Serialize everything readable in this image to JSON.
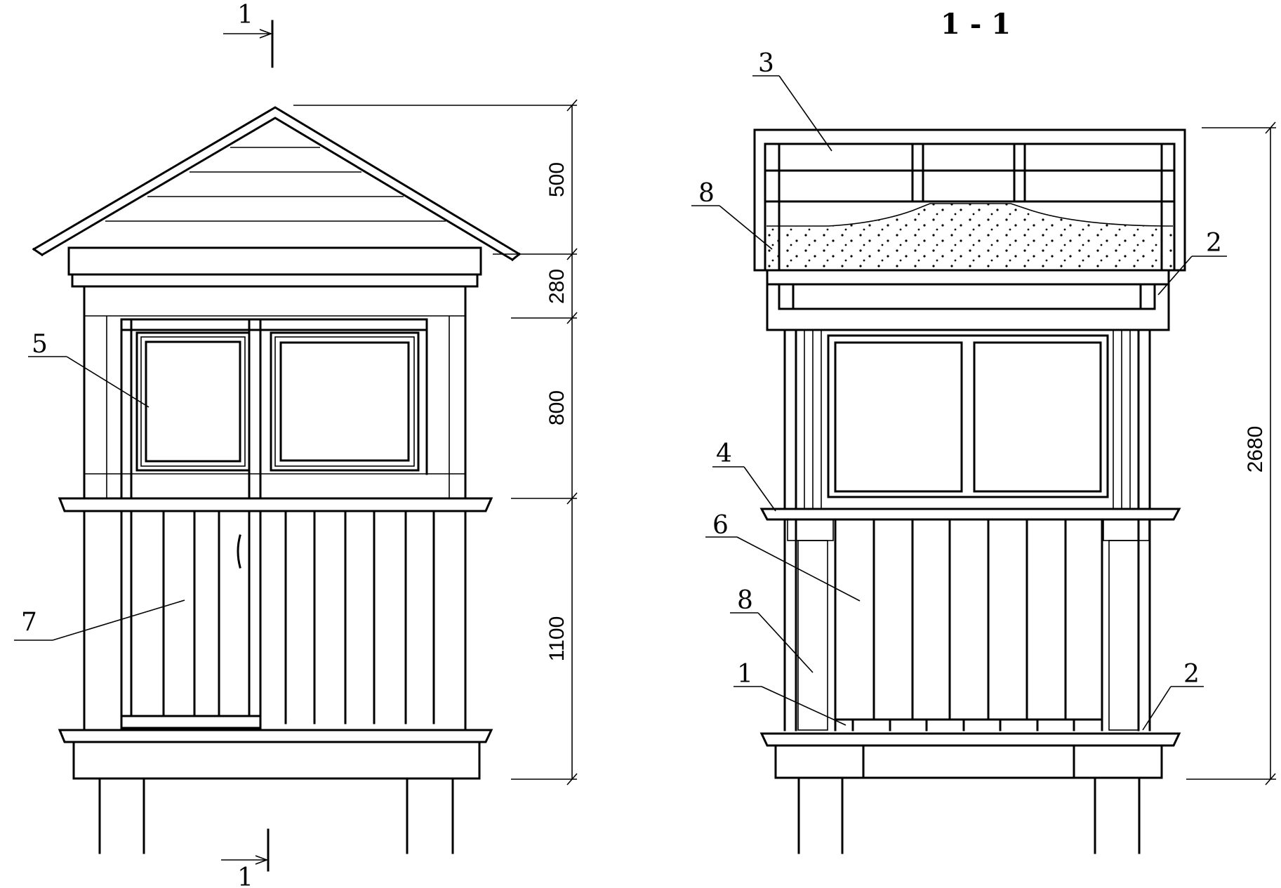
{
  "section_mark": "1",
  "section_title": "1 - 1",
  "dimensions": {
    "roof": "500",
    "fascia": "280",
    "window_zone": "800",
    "lower_zone": "1100",
    "total_height": "2680"
  },
  "callouts": {
    "floor_joist": "1",
    "framing_bar": "2",
    "roof_slab": "3",
    "sill_board": "4",
    "window": "5",
    "wall_planks": "6",
    "door": "7",
    "insulation": "8"
  }
}
